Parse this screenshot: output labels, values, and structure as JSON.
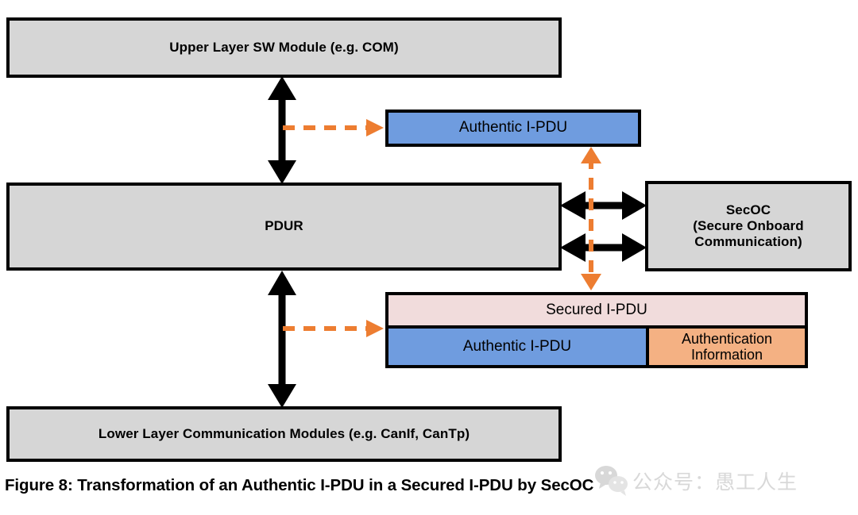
{
  "figure": {
    "caption": "Figure 8: Transformation of an Authentic I-PDU in a Secured I-PDU by SecOC",
    "type": "block-diagram"
  },
  "blocks": {
    "upper_layer": {
      "label": "Upper Layer SW Module (e.g. COM)",
      "fill": "#d6d6d6"
    },
    "pdur": {
      "label": "PDUR",
      "fill": "#d6d6d6"
    },
    "lower_layer": {
      "label": "Lower Layer Communication Modules (e.g. CanIf, CanTp)",
      "fill": "#d6d6d6"
    },
    "secoc": {
      "line1": "SecOC",
      "line2": "(Secure Onboard",
      "line3": "Communication)",
      "fill": "#d6d6d6"
    },
    "authentic_ipdu_top": {
      "label": "Authentic I-PDU",
      "fill": "#6f9cdf"
    },
    "secured_ipdu": {
      "header": "Secured I-PDU",
      "header_fill": "#f1dcdc",
      "payload": {
        "label": "Authentic I-PDU",
        "fill": "#6f9cdf"
      },
      "trailer": {
        "line1": "Authentication",
        "line2": "Information",
        "fill": "#f4b183"
      }
    }
  },
  "connectors": {
    "solid_color": "#000000",
    "dashed_color": "#ED7D31",
    "items": [
      {
        "name": "upper-layer-to-pdur",
        "style": "solid",
        "heads": "both",
        "orientation": "vertical"
      },
      {
        "name": "pdur-to-lower-layer",
        "style": "solid",
        "heads": "both",
        "orientation": "vertical"
      },
      {
        "name": "pdur-to-secoc-upper",
        "style": "solid",
        "heads": "both",
        "orientation": "horizontal"
      },
      {
        "name": "pdur-to-secoc-lower",
        "style": "solid",
        "heads": "both",
        "orientation": "horizontal"
      },
      {
        "name": "pdur-uplink-to-authentic-ipdu",
        "style": "dashed",
        "heads": "end",
        "orientation": "horizontal"
      },
      {
        "name": "pdur-downlink-to-secured-ipdu",
        "style": "dashed",
        "heads": "end",
        "orientation": "horizontal"
      },
      {
        "name": "authentic-ipdu-to-secured-ipdu",
        "style": "dashed",
        "heads": "both",
        "orientation": "vertical"
      }
    ]
  },
  "watermark": {
    "text": "公众号：愚工人生",
    "icon": "wechat-icon",
    "color": "#b9b9b9"
  }
}
